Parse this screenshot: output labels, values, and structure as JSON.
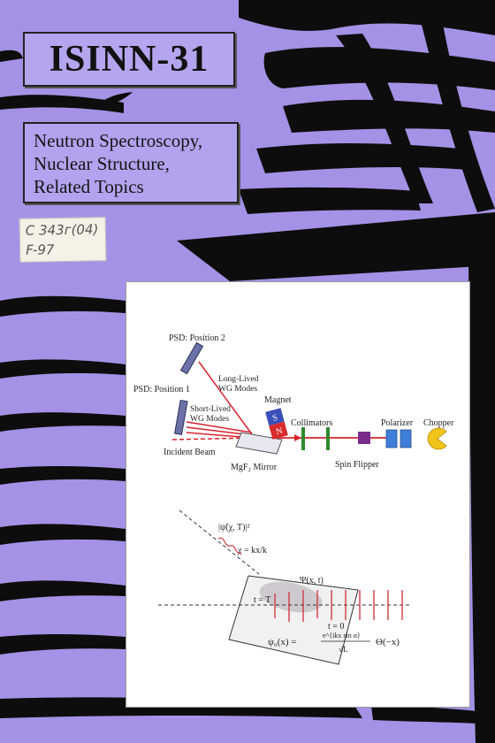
{
  "cover": {
    "title": "ISINN-31",
    "subtitle_lines": [
      "Neutron Spectroscopy,",
      "Nuclear Structure,",
      "Related Topics"
    ],
    "library_code_lines": [
      "С 343г(04)",
      "F-97"
    ]
  },
  "figure_top": {
    "labels": {
      "psd_position_2": "PSD: Position 2",
      "psd_position_1": "PSD: Position 1",
      "long_lived_1": "Long-Lived",
      "long_lived_2": "WG Modes",
      "short_lived_1": "Short-Lived",
      "short_lived_2": "WG Modes",
      "magnet": "Magnet",
      "magnet_s": "S",
      "magnet_n": "N",
      "collimators": "Collimators",
      "polarizer": "Polarizer",
      "chopper": "Chopper",
      "incident_beam": "Incident Beam",
      "mirror": "MgF₂ Mirror",
      "spin_flipper": "Spin Flipper"
    },
    "colors": {
      "beam": "#d9232e",
      "magnet_s": "#3a4fb8",
      "magnet_n": "#d92b2b",
      "collimator": "#2e8a2e",
      "spin_flipper": "#7a2c8c",
      "polarizer": "#3f7fd9",
      "chopper": "#f2c318"
    }
  },
  "figure_bottom": {
    "labels": {
      "psi_squared": "|ψ̃(χ, T)|²",
      "chi_def": "χ = kx/k",
      "psi_xt": "Ψ(x, t)",
      "t_equals_T": "t = T",
      "t_equals_0": "t = 0",
      "psi0_lhs": "ψ₀(x) =",
      "psi0_num": "e^{ikx sin α}",
      "psi0_den": "√L",
      "psi0_theta": "Θ(−x)"
    },
    "colors": {
      "wave": "#d23a44"
    }
  }
}
